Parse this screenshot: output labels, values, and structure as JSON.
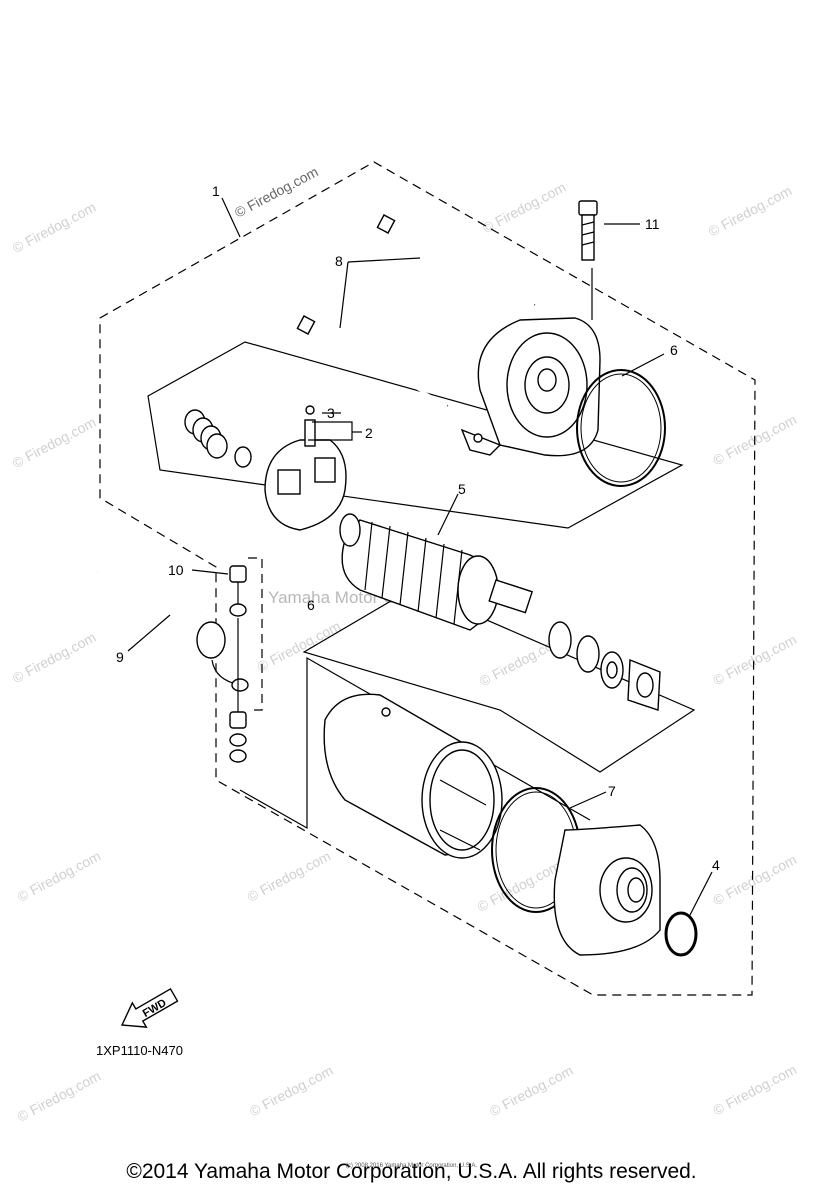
{
  "diagram": {
    "callouts": [
      "1",
      "2",
      "3",
      "4",
      "5",
      "6",
      "6",
      "7",
      "8",
      "9",
      "10",
      "11"
    ],
    "diagram_code": "1XP1110-N470",
    "direction_label": "FWD",
    "center_watermark": "Yamaha Motor Corp. U.S.A."
  },
  "watermark": {
    "site": "© Firedog.com",
    "site_top": "© Firedog.com",
    "tiny": "(c) 2008 2016 Yamaha Motor Corporation, U.S.A."
  },
  "footer": {
    "copyright": "©2014 Yamaha Motor Corporation, U.S.A. All rights reserved."
  },
  "colors": {
    "ink": "#000000",
    "watermark": "#d0d0d0",
    "background": "#ffffff"
  }
}
